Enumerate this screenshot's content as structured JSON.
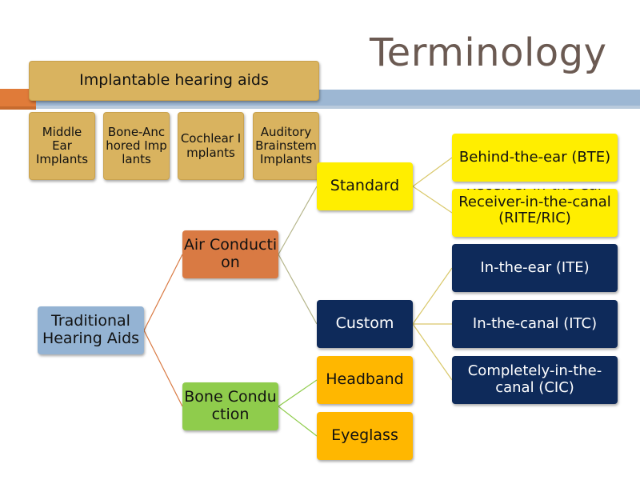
{
  "slide": {
    "title": "Terminology"
  },
  "implantable": {
    "header": "Implantable hearing aids",
    "items": [
      "Middle Ear Implants",
      "Bone-Anchored Implants",
      "Cochlear Implants",
      "Auditory Brainstem Implants"
    ]
  },
  "traditional": {
    "root": "Traditional Hearing Aids",
    "air": "Air Conduction",
    "bone": "Bone Conduction",
    "standard": "Standard",
    "custom": "Custom",
    "headband": "Headband",
    "eyeglass": "Eyeglass",
    "bte": "Behind-the-ear (BTE)",
    "rite": "Receiver-in-the-ear Receiver-in-the-canal (RITE/RIC)",
    "ite": "In-the-ear (ITE)",
    "itc": "In-the-canal (ITC)",
    "cic": "Completely-in-the-canal (CIC)"
  },
  "colors": {
    "implantable": "#d9b35f",
    "traditional": "#94b3d3",
    "air": "#d97a43",
    "bone": "#8fcc4c",
    "standard_leaf": "#ffee00",
    "bone_leaf": "#ffb700",
    "custom_leaf": "#0e2a5a"
  }
}
